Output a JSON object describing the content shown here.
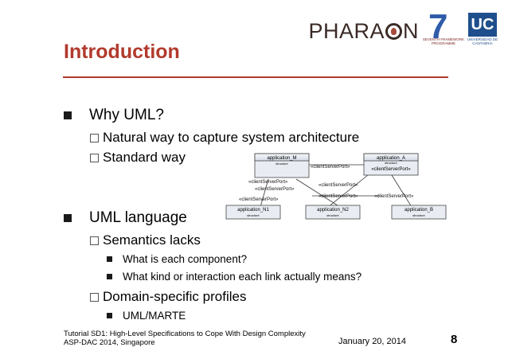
{
  "logos": {
    "pharaon": "PHARA N",
    "pharaon_prefix": "PHARA",
    "pharaon_suffix": "N",
    "fp7_mark": "7",
    "fp7_text": "SEVENTH FRAMEWORK PROGRAMME",
    "uc_mark": "UC",
    "uc_text": "UNIVERSIDAD DE CANTABRIA"
  },
  "slide": {
    "title": "Introduction",
    "bullets": [
      {
        "text": "Why UML?",
        "subs": [
          {
            "text": "Natural way to capture system architecture"
          },
          {
            "text": "Standard way"
          }
        ]
      },
      {
        "text": "UML language",
        "subs": [
          {
            "text": "Semantics lacks",
            "items": [
              "What is each component?",
              "What kind or interaction each link actually means?"
            ]
          },
          {
            "text": "Domain-specific profiles",
            "items": [
              "UML/MARTE"
            ]
          }
        ]
      }
    ]
  },
  "diagram": {
    "components": [
      {
        "name": "application_M",
        "stereo": "structure"
      },
      {
        "name": "application_A",
        "stereo": "structure",
        "port": "«clientServerPort»"
      },
      {
        "name": "application_N1",
        "stereo": "structure"
      },
      {
        "name": "application_N2",
        "stereo": "structure"
      },
      {
        "name": "application_B",
        "stereo": "structure"
      }
    ],
    "port_label": "«clientServerPort»"
  },
  "footer": {
    "line1": "Tutorial SD1: High-Level Specifications to Cope With Design Complexity",
    "line2": "ASP-DAC 2014, Singapore",
    "date": "January 20, 2014",
    "page": "8"
  }
}
